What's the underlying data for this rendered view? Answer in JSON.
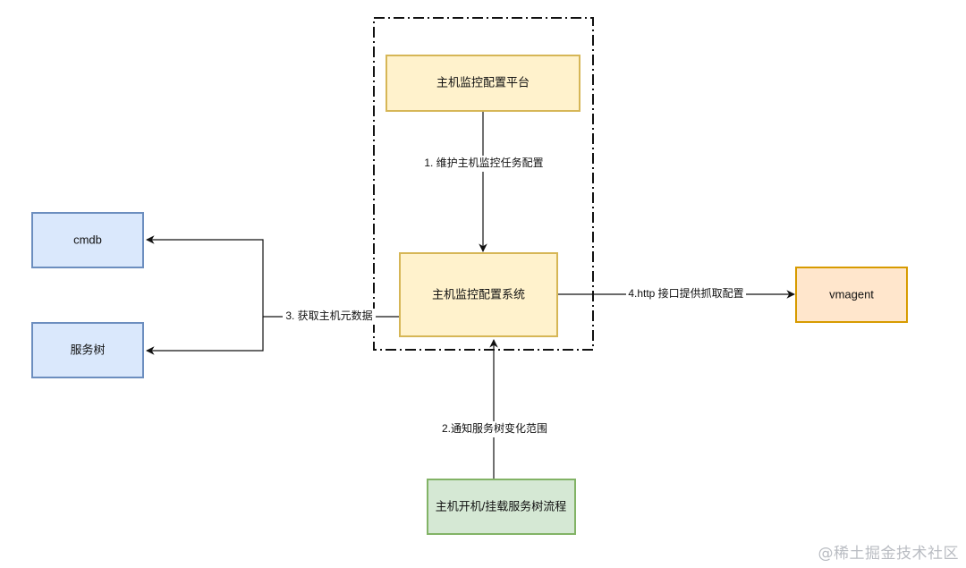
{
  "nodes": {
    "platform": {
      "label": "主机监控配置平台"
    },
    "system": {
      "label": "主机监控配置系统"
    },
    "cmdb": {
      "label": "cmdb"
    },
    "service_tree": {
      "label": "服务树"
    },
    "vmagent": {
      "label": "vmagent"
    },
    "host_flow": {
      "label": "主机开机/挂载服务树流程"
    }
  },
  "edges": {
    "maintain": {
      "label": "1. 维护主机监控任务配置"
    },
    "notify": {
      "label": "2.通知服务树变化范围"
    },
    "fetch_meta": {
      "label": "3. 获取主机元数据"
    },
    "http_api": {
      "label": "4.http 接口提供抓取配置"
    }
  },
  "colors": {
    "yellow_fill": "#fff2cc",
    "yellow_stroke": "#d6b656",
    "blue_fill": "#dae8fc",
    "blue_stroke": "#6c8ebf",
    "orange_fill": "#ffe6cc",
    "orange_stroke": "#d79b00",
    "green_fill": "#d5e8d4",
    "green_stroke": "#82b366",
    "line": "#111111"
  },
  "watermark": "@稀土掘金技术社区"
}
